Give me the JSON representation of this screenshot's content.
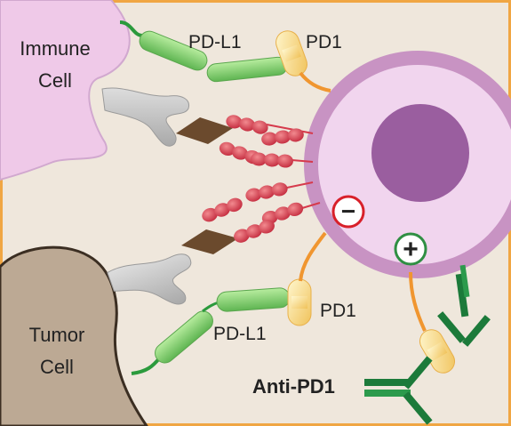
{
  "labels": {
    "immune_cell_line1": "Immune",
    "immune_cell_line2": "Cell",
    "tumor_cell_line1": "Tumor",
    "tumor_cell_line2": "Cell",
    "pdl1_top": "PD-L1",
    "pd1_top": "PD1",
    "pdl1_bottom": "PD-L1",
    "pd1_bottom": "PD1",
    "anti_pd1": "Anti-PD1"
  },
  "signs": {
    "inhibit": "−",
    "activate": "+"
  },
  "colors": {
    "background": "#efe7dc",
    "frame": "#f0a643",
    "immune_cell": "#efc9e8",
    "tcell_membrane": "#c893c3",
    "tcell_cytoplasm": "#f1d5ee",
    "nucleus": "#9a5e9f",
    "tumor_cell": "#bca994",
    "pdl1": "#7bc96b",
    "pd1": "#f5d479",
    "antibody": "#1c7a3a",
    "receptor": "#bdbdbd",
    "antigen": "#6b4a2d",
    "tcr": "#d63a4c",
    "inhibit": "#d8202a",
    "activate": "#2f8f43"
  }
}
